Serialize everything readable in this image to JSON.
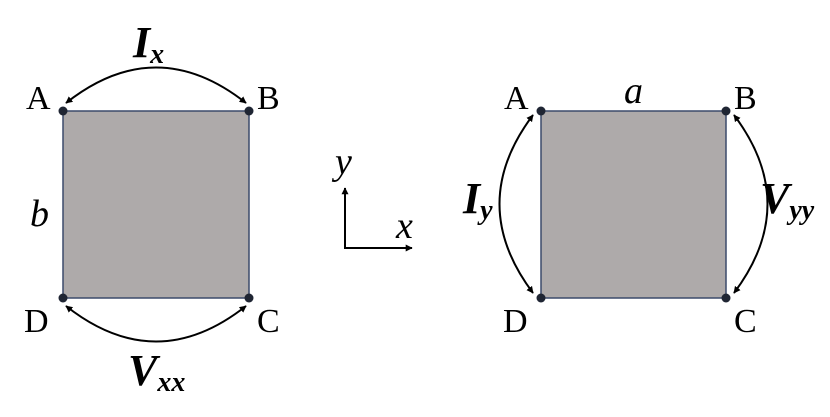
{
  "left_panel": {
    "corners": {
      "A": "A",
      "B": "B",
      "C": "C",
      "D": "D"
    },
    "side_label": "b",
    "current": {
      "symbol": "I",
      "subscript": "x"
    },
    "voltage": {
      "symbol": "V",
      "subscript": "xx"
    }
  },
  "axes": {
    "y_label": "y",
    "x_label": "x"
  },
  "right_panel": {
    "corners": {
      "A": "A",
      "B": "B",
      "C": "C",
      "D": "D"
    },
    "side_label": "a",
    "current": {
      "symbol": "I",
      "subscript": "y"
    },
    "voltage": {
      "symbol": "V",
      "subscript": "yy"
    }
  },
  "colors": {
    "plate_fill": "#aeaaaa",
    "plate_edge": "#3b4a6b",
    "contact_dot": "#1f2533"
  }
}
